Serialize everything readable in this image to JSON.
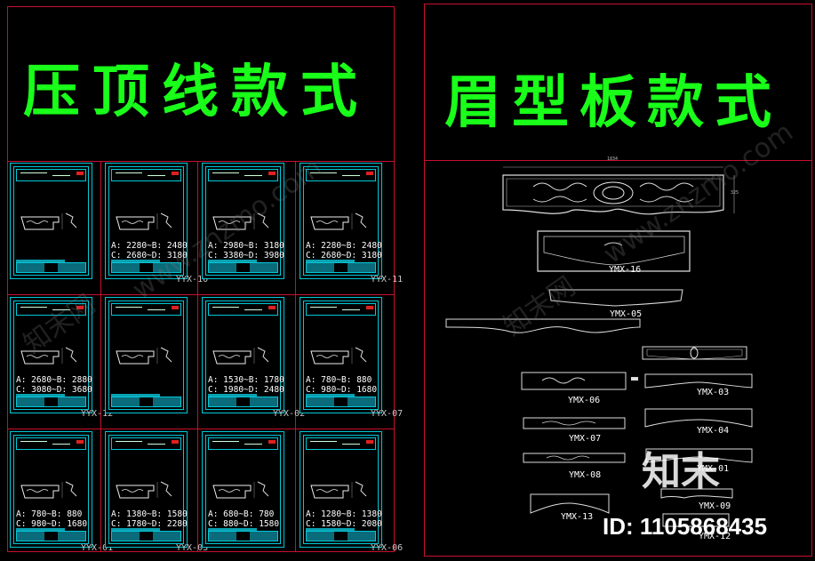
{
  "left_panel": {
    "title": "压顶线款式",
    "sheets": [
      {
        "dims1": "",
        "dims2": "",
        "code": ""
      },
      {
        "dims1": "A: 2280~B: 2480",
        "dims2": "C: 2680~D: 3180",
        "code": "YYX-10"
      },
      {
        "dims1": "A: 2980~B: 3180",
        "dims2": "C: 3380~D: 3980",
        "code": ""
      },
      {
        "dims1": "A: 2280~B: 2480",
        "dims2": "C: 2680~D: 3180",
        "code": "YYX-11"
      },
      {
        "dims1": "A: 2680~B: 2880",
        "dims2": "C: 3080~D: 3680",
        "code": "YYX-12"
      },
      {
        "dims1": "",
        "dims2": "",
        "code": ""
      },
      {
        "dims1": "A: 1530~B: 1780",
        "dims2": "C: 1980~D: 2480",
        "code": "YYX-02"
      },
      {
        "dims1": "A: 780~B: 880",
        "dims2": "C: 980~D: 1680",
        "code": "YYX-07"
      },
      {
        "dims1": "A: 780~B: 880",
        "dims2": "C: 980~D: 1680",
        "code": "YYX-01"
      },
      {
        "dims1": "A: 1380~B: 1580",
        "dims2": "C: 1780~D: 2280",
        "code": "YYX-03"
      },
      {
        "dims1": "A: 680~B: 780",
        "dims2": "C: 880~D: 1580",
        "code": ""
      },
      {
        "dims1": "A: 1280~B: 1380",
        "dims2": "C: 1580~D: 2080",
        "code": "YYX-06"
      }
    ]
  },
  "right_panel": {
    "title": "眉型板款式",
    "top_dimension": "1834",
    "side_dimension": "325",
    "pieces": [
      "YMX-16",
      "YMX-05",
      "YMX-03",
      "YMX-06",
      "YMX-04",
      "YMX-07",
      "YMX-01",
      "YMX-08",
      "YMX-09",
      "YMX-13",
      "YMX-12"
    ]
  },
  "watermark": {
    "url": "www.znzmo.com",
    "cn": "知末网",
    "logo": "知末",
    "id": "ID: 1105868435"
  },
  "colors": {
    "frame": "#c8102e",
    "title": "#19ff19",
    "sheet_border": "#00c8d8"
  }
}
